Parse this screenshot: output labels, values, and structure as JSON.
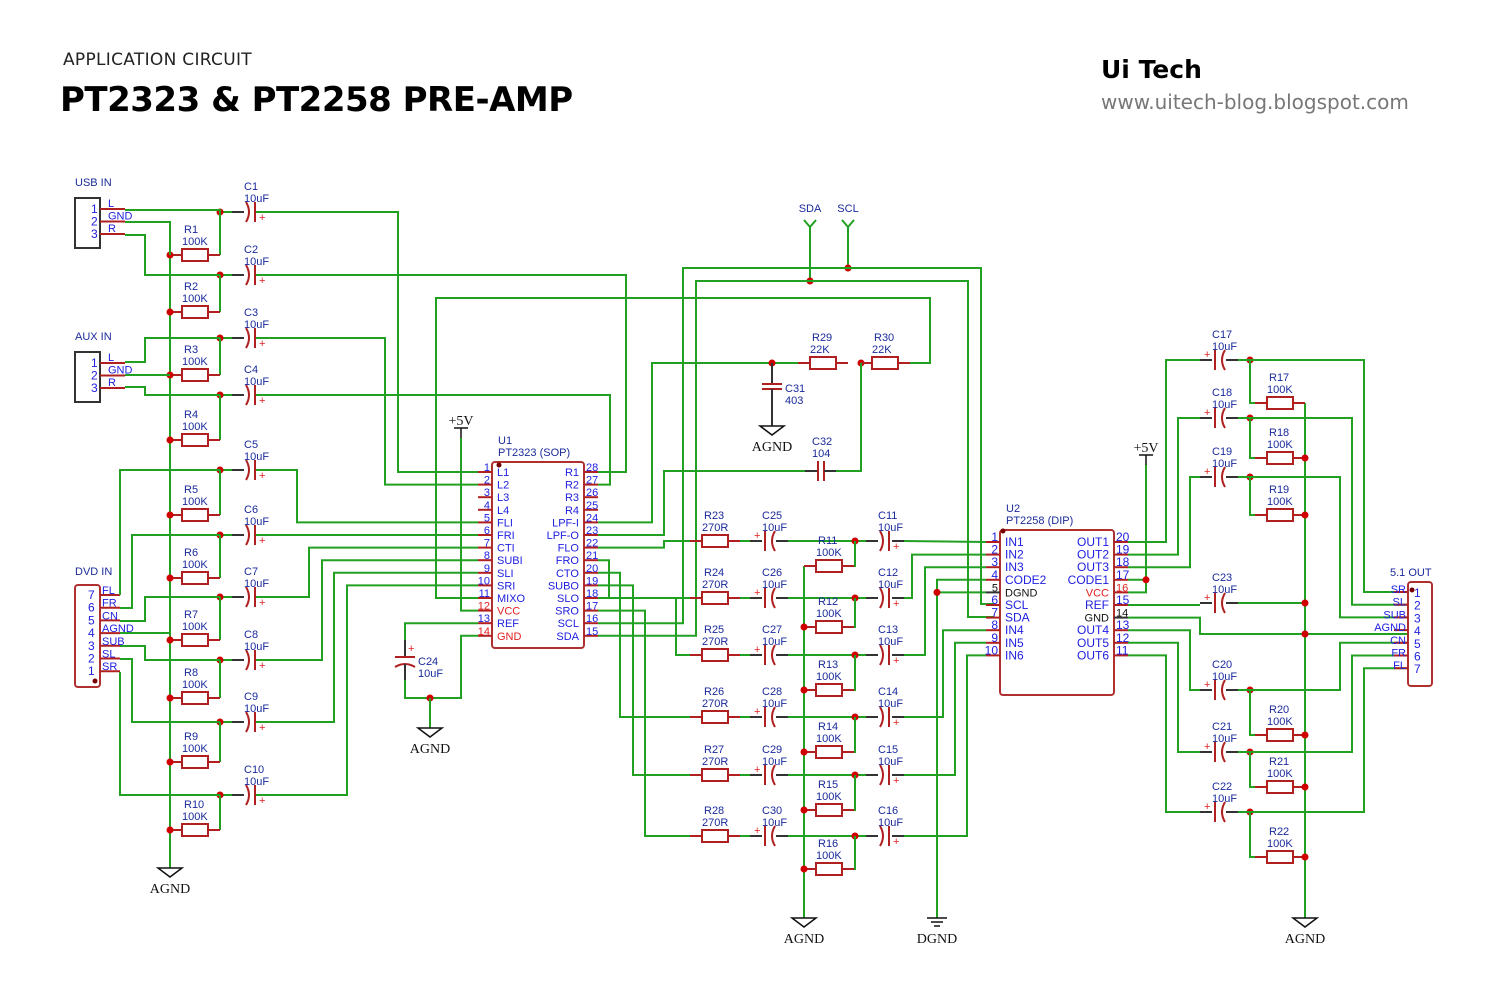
{
  "header": {
    "subtitle": "APPLICATION CIRCUIT",
    "title": "PT2323 & PT2258 PRE-AMP",
    "brand": "Ui Tech",
    "url": "www.uitech-blog.blogspot.com"
  },
  "colors": {
    "wire": "#22a022",
    "component": "#b02020",
    "label": "#1a2a9a",
    "pin": "#2020e0",
    "power_pin": "#e02020",
    "junction": "#d00000"
  },
  "connectors": {
    "usb_in": {
      "title": "USB IN",
      "pins": [
        "1",
        "2",
        "3"
      ],
      "signals": [
        "L",
        "GND",
        "R"
      ]
    },
    "aux_in": {
      "title": "AUX IN",
      "pins": [
        "1",
        "2",
        "3"
      ],
      "signals": [
        "L",
        "GND",
        "R"
      ]
    },
    "dvd_in": {
      "title": "DVD IN",
      "pins": [
        "7",
        "6",
        "5",
        "4",
        "3",
        "2",
        "1"
      ],
      "signals": [
        "FL",
        "FR",
        "CN",
        "AGND",
        "SUB",
        "SL",
        "SR"
      ]
    },
    "out51": {
      "title": "5.1 OUT",
      "pins": [
        "1",
        "2",
        "3",
        "4",
        "5",
        "6",
        "7"
      ],
      "signals": [
        "SR",
        "SL",
        "SUB",
        "AGND",
        "CN",
        "FR",
        "FL"
      ]
    }
  },
  "input_caps": [
    {
      "ref": "C1",
      "val": "10uF"
    },
    {
      "ref": "C2",
      "val": "10uF"
    },
    {
      "ref": "C3",
      "val": "10uF"
    },
    {
      "ref": "C4",
      "val": "10uF"
    },
    {
      "ref": "C5",
      "val": "10uF"
    },
    {
      "ref": "C6",
      "val": "10uF"
    },
    {
      "ref": "C7",
      "val": "10uF"
    },
    {
      "ref": "C8",
      "val": "10uF"
    },
    {
      "ref": "C9",
      "val": "10uF"
    },
    {
      "ref": "C10",
      "val": "10uF"
    }
  ],
  "input_res": [
    {
      "ref": "R1",
      "val": "100K"
    },
    {
      "ref": "R2",
      "val": "100K"
    },
    {
      "ref": "R3",
      "val": "100K"
    },
    {
      "ref": "R4",
      "val": "100K"
    },
    {
      "ref": "R5",
      "val": "100K"
    },
    {
      "ref": "R6",
      "val": "100K"
    },
    {
      "ref": "R7",
      "val": "100K"
    },
    {
      "ref": "R8",
      "val": "100K"
    },
    {
      "ref": "R9",
      "val": "100K"
    },
    {
      "ref": "R10",
      "val": "100K"
    }
  ],
  "u1": {
    "ref": "U1",
    "part": "PT2323 (SOP)",
    "left": [
      {
        "n": "1",
        "name": "L1"
      },
      {
        "n": "2",
        "name": "L2"
      },
      {
        "n": "3",
        "name": "L3"
      },
      {
        "n": "4",
        "name": "L4"
      },
      {
        "n": "5",
        "name": "FLI"
      },
      {
        "n": "6",
        "name": "FRI"
      },
      {
        "n": "7",
        "name": "CTI"
      },
      {
        "n": "8",
        "name": "SUBI"
      },
      {
        "n": "9",
        "name": "SLI"
      },
      {
        "n": "10",
        "name": "SRI"
      },
      {
        "n": "11",
        "name": "MIXO"
      },
      {
        "n": "12",
        "name": "VCC",
        "power": true
      },
      {
        "n": "13",
        "name": "REF"
      },
      {
        "n": "14",
        "name": "GND",
        "power": true
      }
    ],
    "right": [
      {
        "n": "28",
        "name": "R1"
      },
      {
        "n": "27",
        "name": "R2"
      },
      {
        "n": "26",
        "name": "R3"
      },
      {
        "n": "25",
        "name": "R4"
      },
      {
        "n": "24",
        "name": "LPF-I"
      },
      {
        "n": "23",
        "name": "LPF-O"
      },
      {
        "n": "22",
        "name": "FLO"
      },
      {
        "n": "21",
        "name": "FRO"
      },
      {
        "n": "20",
        "name": "CTO"
      },
      {
        "n": "19",
        "name": "SUBO"
      },
      {
        "n": "18",
        "name": "SLO"
      },
      {
        "n": "17",
        "name": "SRO"
      },
      {
        "n": "16",
        "name": "SCL"
      },
      {
        "n": "15",
        "name": "SDA"
      }
    ]
  },
  "u2": {
    "ref": "U2",
    "part": "PT2258 (DIP)",
    "left": [
      {
        "n": "1",
        "name": "IN1"
      },
      {
        "n": "2",
        "name": "IN2"
      },
      {
        "n": "3",
        "name": "IN3"
      },
      {
        "n": "4",
        "name": "CODE2"
      },
      {
        "n": "5",
        "name": "DGND",
        "black": true
      },
      {
        "n": "6",
        "name": "SCL"
      },
      {
        "n": "7",
        "name": "SDA"
      },
      {
        "n": "8",
        "name": "IN4"
      },
      {
        "n": "9",
        "name": "IN5"
      },
      {
        "n": "10",
        "name": "IN6"
      }
    ],
    "right": [
      {
        "n": "20",
        "name": "OUT1"
      },
      {
        "n": "19",
        "name": "OUT2"
      },
      {
        "n": "18",
        "name": "OUT3"
      },
      {
        "n": "17",
        "name": "CODE1"
      },
      {
        "n": "16",
        "name": "VCC",
        "power": true
      },
      {
        "n": "15",
        "name": "REF"
      },
      {
        "n": "14",
        "name": "GND",
        "black": true
      },
      {
        "n": "13",
        "name": "OUT4"
      },
      {
        "n": "12",
        "name": "OUT5"
      },
      {
        "n": "11",
        "name": "OUT6"
      }
    ]
  },
  "bus": {
    "sda": "SDA",
    "scl": "SCL"
  },
  "filter": {
    "r29": {
      "ref": "R29",
      "val": "22K"
    },
    "r30": {
      "ref": "R30",
      "val": "22K"
    },
    "c31": {
      "ref": "C31",
      "val": "403"
    },
    "c32": {
      "ref": "C32",
      "val": "104"
    }
  },
  "c24": {
    "ref": "C24",
    "val": "10uF"
  },
  "series_res": [
    {
      "ref": "R23",
      "val": "270R"
    },
    {
      "ref": "R24",
      "val": "270R"
    },
    {
      "ref": "R25",
      "val": "270R"
    },
    {
      "ref": "R26",
      "val": "270R"
    },
    {
      "ref": "R27",
      "val": "270R"
    },
    {
      "ref": "R28",
      "val": "270R"
    }
  ],
  "mid_caps": [
    {
      "ref": "C25",
      "val": "10uF"
    },
    {
      "ref": "C26",
      "val": "10uF"
    },
    {
      "ref": "C27",
      "val": "10uF"
    },
    {
      "ref": "C28",
      "val": "10uF"
    },
    {
      "ref": "C29",
      "val": "10uF"
    },
    {
      "ref": "C30",
      "val": "10uF"
    }
  ],
  "mid_res": [
    {
      "ref": "R11",
      "val": "100K"
    },
    {
      "ref": "R12",
      "val": "100K"
    },
    {
      "ref": "R13",
      "val": "100K"
    },
    {
      "ref": "R14",
      "val": "100K"
    },
    {
      "ref": "R15",
      "val": "100K"
    },
    {
      "ref": "R16",
      "val": "100K"
    }
  ],
  "u2_in_caps": [
    {
      "ref": "C11",
      "val": "10uF"
    },
    {
      "ref": "C12",
      "val": "10uF"
    },
    {
      "ref": "C13",
      "val": "10uF"
    },
    {
      "ref": "C14",
      "val": "10uF"
    },
    {
      "ref": "C15",
      "val": "10uF"
    },
    {
      "ref": "C16",
      "val": "10uF"
    }
  ],
  "out_caps": [
    {
      "ref": "C17",
      "val": "10uF"
    },
    {
      "ref": "C18",
      "val": "10uF"
    },
    {
      "ref": "C19",
      "val": "10uF"
    },
    {
      "ref": "C23",
      "val": "10uF"
    },
    {
      "ref": "C20",
      "val": "10uF"
    },
    {
      "ref": "C21",
      "val": "10uF"
    },
    {
      "ref": "C22",
      "val": "10uF"
    }
  ],
  "out_res": [
    {
      "ref": "R17",
      "val": "100K"
    },
    {
      "ref": "R18",
      "val": "100K"
    },
    {
      "ref": "R19",
      "val": "100K"
    },
    {
      "ref": "R20",
      "val": "100K"
    },
    {
      "ref": "R21",
      "val": "100K"
    },
    {
      "ref": "R22",
      "val": "100K"
    }
  ],
  "power": {
    "vplus": "+5V",
    "agnd": "AGND",
    "dgnd": "DGND"
  }
}
